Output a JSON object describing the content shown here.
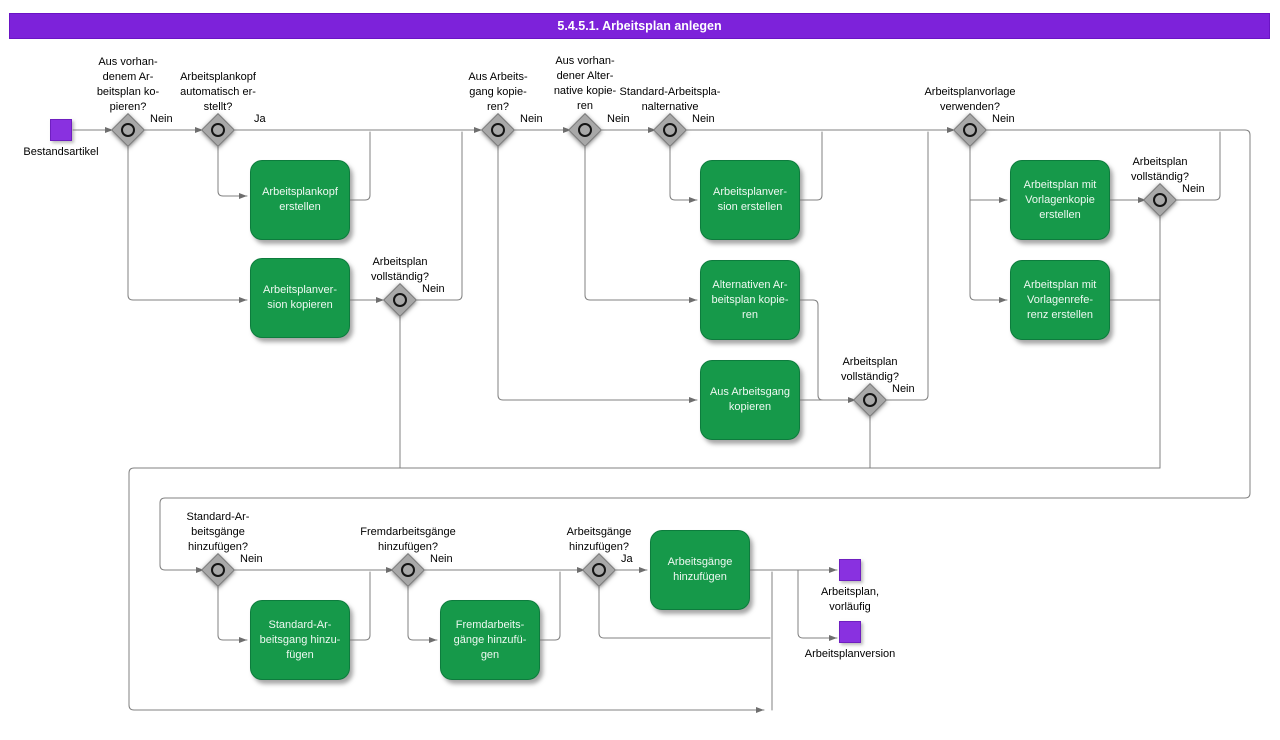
{
  "title": "5.4.5.1. Arbeitsplan anlegen",
  "colors": {
    "title_bar_purple": "#7d22da",
    "event_purple": "#8931e0",
    "activity_green": "#16994a",
    "decision_gray": "#a8a8a8",
    "line_gray": "#808080"
  },
  "events": {
    "start": {
      "label": "Bestandsartikel"
    },
    "end_preliminary": {
      "label": "Arbeitsplan,\nvorläufig"
    },
    "end_version": {
      "label": "Arbeitsplanversion"
    }
  },
  "decisions": [
    {
      "id": "copy-existing-plan",
      "label": "Aus vorhan-\ndenem Ar-\nbeitsplan ko-\npieren?",
      "branch": "Nein"
    },
    {
      "id": "header-auto-created",
      "label": "Arbeitsplankopf\nautomatisch er-\nstellt?",
      "branch": "Ja"
    },
    {
      "id": "copy-from-operation",
      "label": "Aus Arbeits-\ngang kopie-\nren?",
      "branch": "Nein"
    },
    {
      "id": "copy-from-alternative",
      "label": "Aus vorhan-\ndener Alter-\nnative kopie-\nren",
      "branch": "Nein"
    },
    {
      "id": "standard-plan-alternative",
      "label": "Standard-Arbeitspla-\nnalternative",
      "branch": "Nein"
    },
    {
      "id": "use-template",
      "label": "Arbeitsplanvorlage\nverwenden?",
      "branch": "Nein"
    },
    {
      "id": "plan-complete-left",
      "label": "Arbeitsplan\nvollständig?",
      "branch": "Nein"
    },
    {
      "id": "plan-complete-middle",
      "label": "Arbeitsplan\nvollständig?",
      "branch": "Nein"
    },
    {
      "id": "plan-complete-right",
      "label": "Arbeitsplan\nvollständig?",
      "branch": "Nein"
    },
    {
      "id": "add-standard-operations",
      "label": "Standard-Ar-\nbeitsgänge\nhinzufügen?",
      "branch": "Nein"
    },
    {
      "id": "add-external-operations",
      "label": "Fremdarbeitsgänge\nhinzufügen?",
      "branch": "Nein"
    },
    {
      "id": "add-operations",
      "label": "Arbeitsgänge\nhinzufügen?",
      "branch": "Ja"
    }
  ],
  "activities": [
    {
      "id": "create-plan-header",
      "label": "Arbeitsplankopf\nerstellen"
    },
    {
      "id": "copy-plan-version",
      "label": "Arbeitsplanver-\nsion kopieren"
    },
    {
      "id": "create-plan-version",
      "label": "Arbeitsplanver-\nsion erstellen"
    },
    {
      "id": "copy-alternative-plan",
      "label": "Alternativen Ar-\nbeitsplan kopie-\nren"
    },
    {
      "id": "copy-from-operation",
      "label": "Aus Arbeitsgang\nkopieren"
    },
    {
      "id": "create-plan-template-copy",
      "label": "Arbeitsplan mit\nVorlagenkopie\nerstellen"
    },
    {
      "id": "create-plan-template-reference",
      "label": "Arbeitsplan mit\nVorlagenrefe-\nrenz erstellen"
    },
    {
      "id": "add-standard-operation",
      "label": "Standard-Ar-\nbeitsgang hinzu-\nfügen"
    },
    {
      "id": "add-external-operations",
      "label": "Fremdarbeits-\ngänge hinzufü-\ngen"
    },
    {
      "id": "add-operations",
      "label": "Arbeitsgänge\nhinzufügen"
    }
  ]
}
